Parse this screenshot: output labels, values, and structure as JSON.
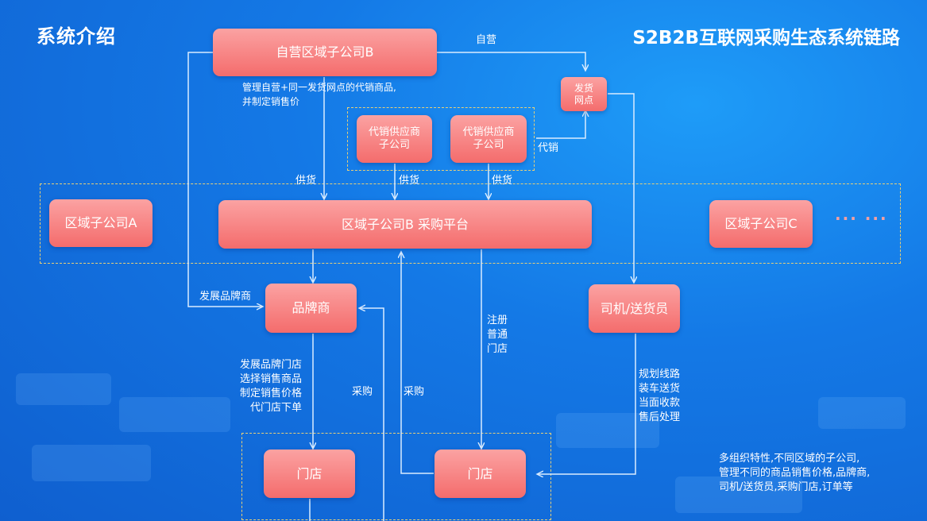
{
  "title_left": "系统介绍",
  "title_right": "S2B2B互联网采购生态系统链路",
  "nodes": {
    "self_op_b": "自营区域子公司B",
    "delivery_point_1": "发货",
    "delivery_point_2": "网点",
    "consign_1_l1": "代销供应商",
    "consign_1_l2": "子公司",
    "consign_2_l1": "代销供应商",
    "consign_2_l2": "子公司",
    "region_a": "区域子公司A",
    "platform_b": "区域子公司B 采购平台",
    "region_c": "区域子公司C",
    "ellipsis": "··· ···",
    "brand": "品牌商",
    "driver": "司机/送货员",
    "store_left": "门店",
    "store_right": "门店"
  },
  "labels": {
    "self_op": "自营",
    "manage_1": "管理自营+同一发货网点的代销商品,",
    "manage_2": "并制定销售价",
    "consign": "代销",
    "supply_1": "供货",
    "supply_2": "供货",
    "supply_3": "供货",
    "develop_brand": "发展品牌商",
    "register_1": "注册",
    "register_2": "普通",
    "register_3": "门店",
    "brand_act_1": "发展品牌门店",
    "brand_act_2": "选择销售商品",
    "brand_act_3": "制定销售价格",
    "brand_act_4": "代门店下单",
    "purchase_1": "采购",
    "purchase_2": "采购",
    "driver_act_1": "规划线路",
    "driver_act_2": "装车送货",
    "driver_act_3": "当面收款",
    "driver_act_4": "售后处理",
    "note_1": "多组织特性,不同区域的子公司,",
    "note_2": "管理不同的商品销售价格,品牌商,",
    "note_3": "司机/送货员,采购门店,订单等"
  },
  "colors": {
    "background": "#1479e6",
    "node_top": "#fba2a2",
    "node_bottom": "#f46c6c",
    "line": "#d9ecff",
    "dash": "#e8cf78"
  }
}
